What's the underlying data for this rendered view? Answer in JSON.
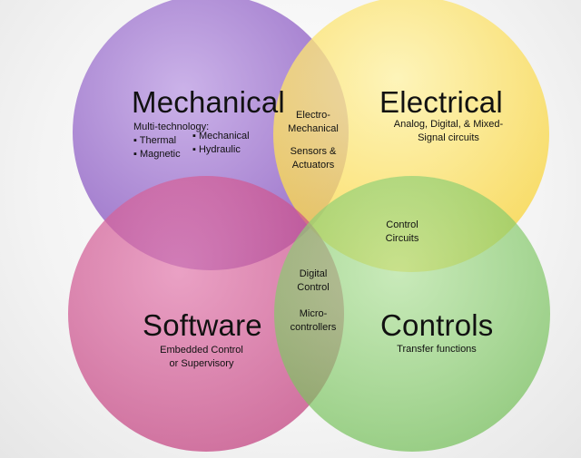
{
  "circles": {
    "mechanical": {
      "title": "Mechanical",
      "subtitle": "Multi-technology:",
      "bullets_left": [
        "Thermal",
        "Magnetic"
      ],
      "bullets_right": [
        "Mechanical",
        "Hydraulic"
      ],
      "color": "#9e74cc"
    },
    "electrical": {
      "title": "Electrical",
      "subtitle_line1": "Analog, Digital, & Mixed-",
      "subtitle_line2": "Signal circuits",
      "color": "#fde26a"
    },
    "software": {
      "title": "Software",
      "subtitle_line1": "Embedded Control",
      "subtitle_line2": "or Supervisory",
      "color": "#cc4e8a"
    },
    "controls": {
      "title": "Controls",
      "subtitle": "Transfer functions",
      "color": "#82c766"
    }
  },
  "overlaps": {
    "mech_elec": {
      "line1": "Electro-",
      "line2": "Mechanical",
      "line3": "Sensors &",
      "line4": "Actuators"
    },
    "elec_controls": {
      "line1": "Control",
      "line2": "Circuits"
    },
    "center": {
      "line1": "Digital",
      "line2": "Control",
      "line3": "Micro-",
      "line4": "controllers"
    }
  },
  "bullet_glyph": "▪"
}
